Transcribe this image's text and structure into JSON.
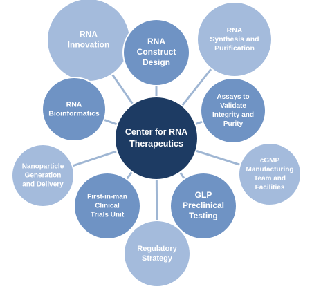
{
  "center": {
    "label_lines": [
      "Center for RNA",
      "Therapeutics"
    ]
  },
  "nodes": [
    {
      "id": "rna-innovation",
      "lines": [
        "RNA",
        "Innovation"
      ],
      "shade": "light"
    },
    {
      "id": "rna-construct-design",
      "lines": [
        "RNA",
        "Construct",
        "Design"
      ],
      "shade": "medium"
    },
    {
      "id": "rna-synthesis-purification",
      "lines": [
        "RNA",
        "Synthesis and",
        "Purification"
      ],
      "shade": "light"
    },
    {
      "id": "rna-bioinformatics",
      "lines": [
        "RNA",
        "Bioinformatics"
      ],
      "shade": "medium"
    },
    {
      "id": "assays-validate",
      "lines": [
        "Assays to",
        "Validate",
        "Integrity and",
        "Purity"
      ],
      "shade": "medium"
    },
    {
      "id": "nanoparticle-generation",
      "lines": [
        "Nanoparticle",
        "Generation",
        "and Delivery"
      ],
      "shade": "light"
    },
    {
      "id": "cgmp-manufacturing",
      "lines": [
        "cGMP",
        "Manufacturing",
        "Team and",
        "Facilities"
      ],
      "shade": "light"
    },
    {
      "id": "first-in-man",
      "lines": [
        "First-in-man",
        "Clinical",
        "Trials Unit"
      ],
      "shade": "medium"
    },
    {
      "id": "glp-preclinical",
      "lines": [
        "GLP",
        "Preclinical",
        "Testing"
      ],
      "shade": "medium"
    },
    {
      "id": "regulatory-strategy",
      "lines": [
        "Regulatory",
        "Strategy"
      ],
      "shade": "light"
    }
  ],
  "colors": {
    "center": "#1d3b63",
    "medium": "#6f93c4",
    "light": "#a4bbdc",
    "spoke": "#9fb6d3",
    "text": "#ffffff"
  }
}
